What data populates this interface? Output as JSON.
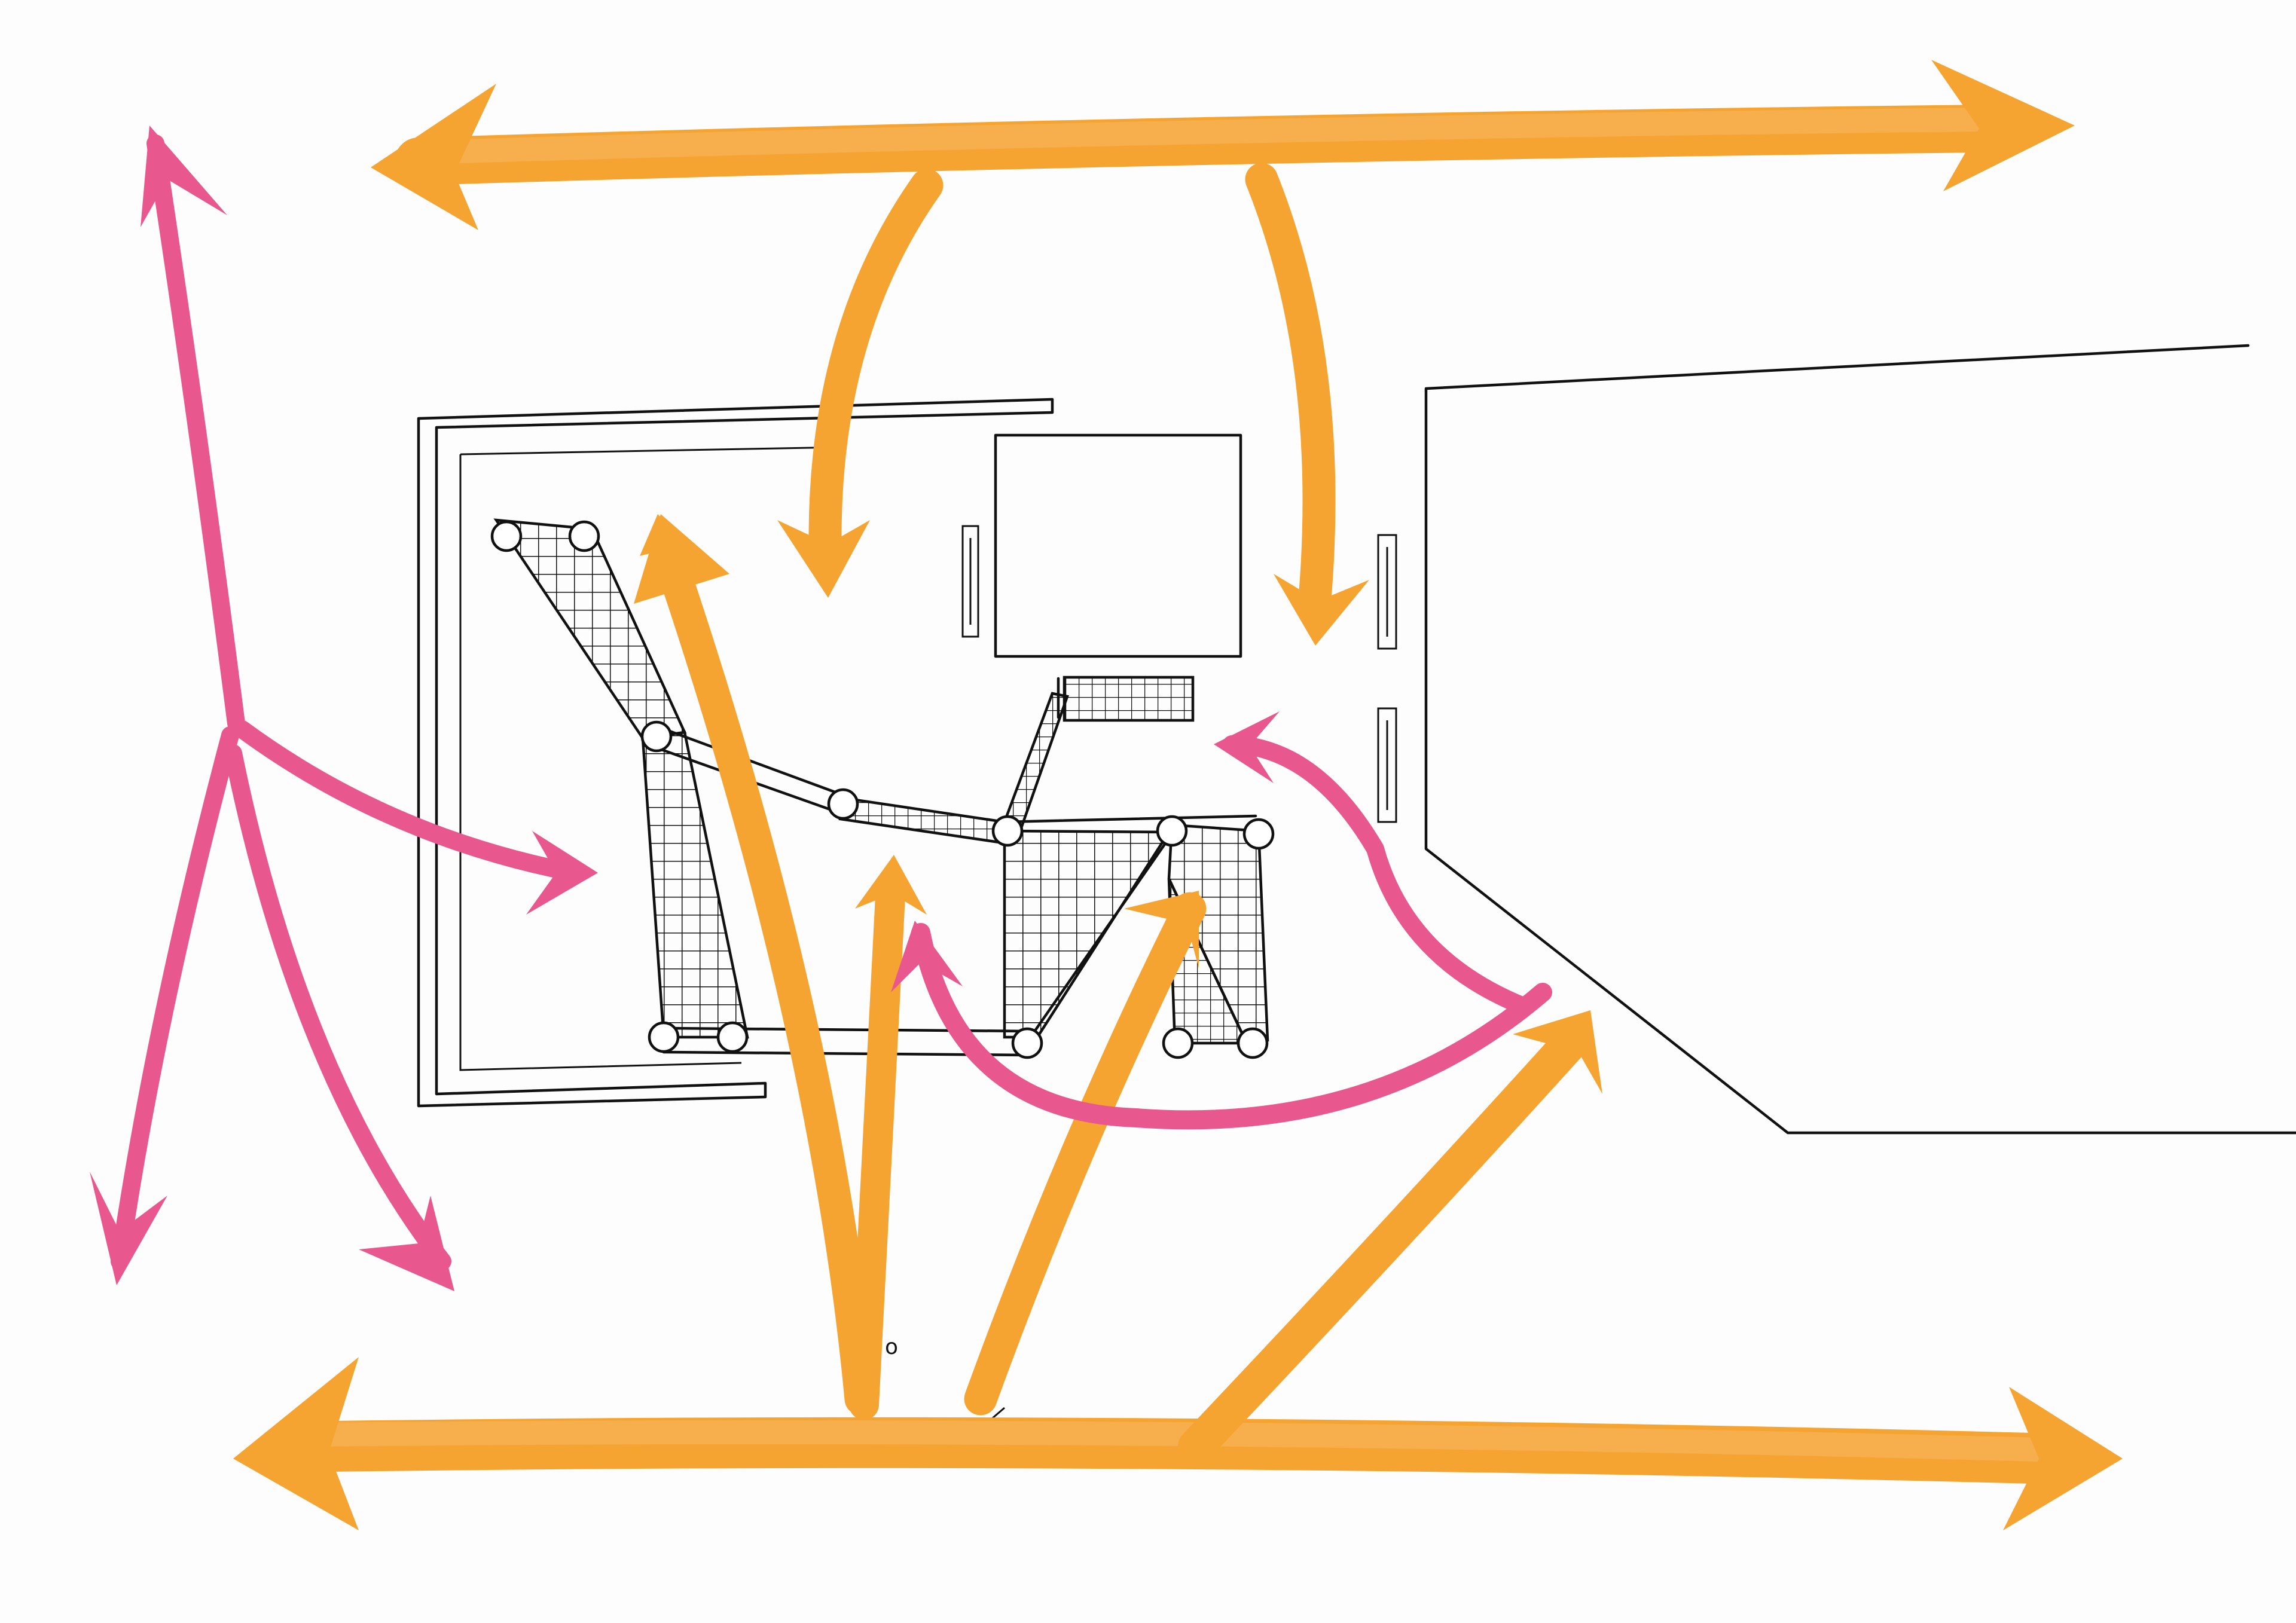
{
  "sketch": {
    "marks": [
      "o"
    ]
  },
  "colors": {
    "paper": "#fdfdfd",
    "ink": "#111111",
    "orange_crayon": "#f5a431",
    "orange_light": "#f8b860",
    "pink_crayon": "#e8588f",
    "pink_light": "#f08ab0"
  },
  "icons": [
    "arrow-orange",
    "arrow-pink",
    "mesh-structure",
    "building-outline"
  ]
}
